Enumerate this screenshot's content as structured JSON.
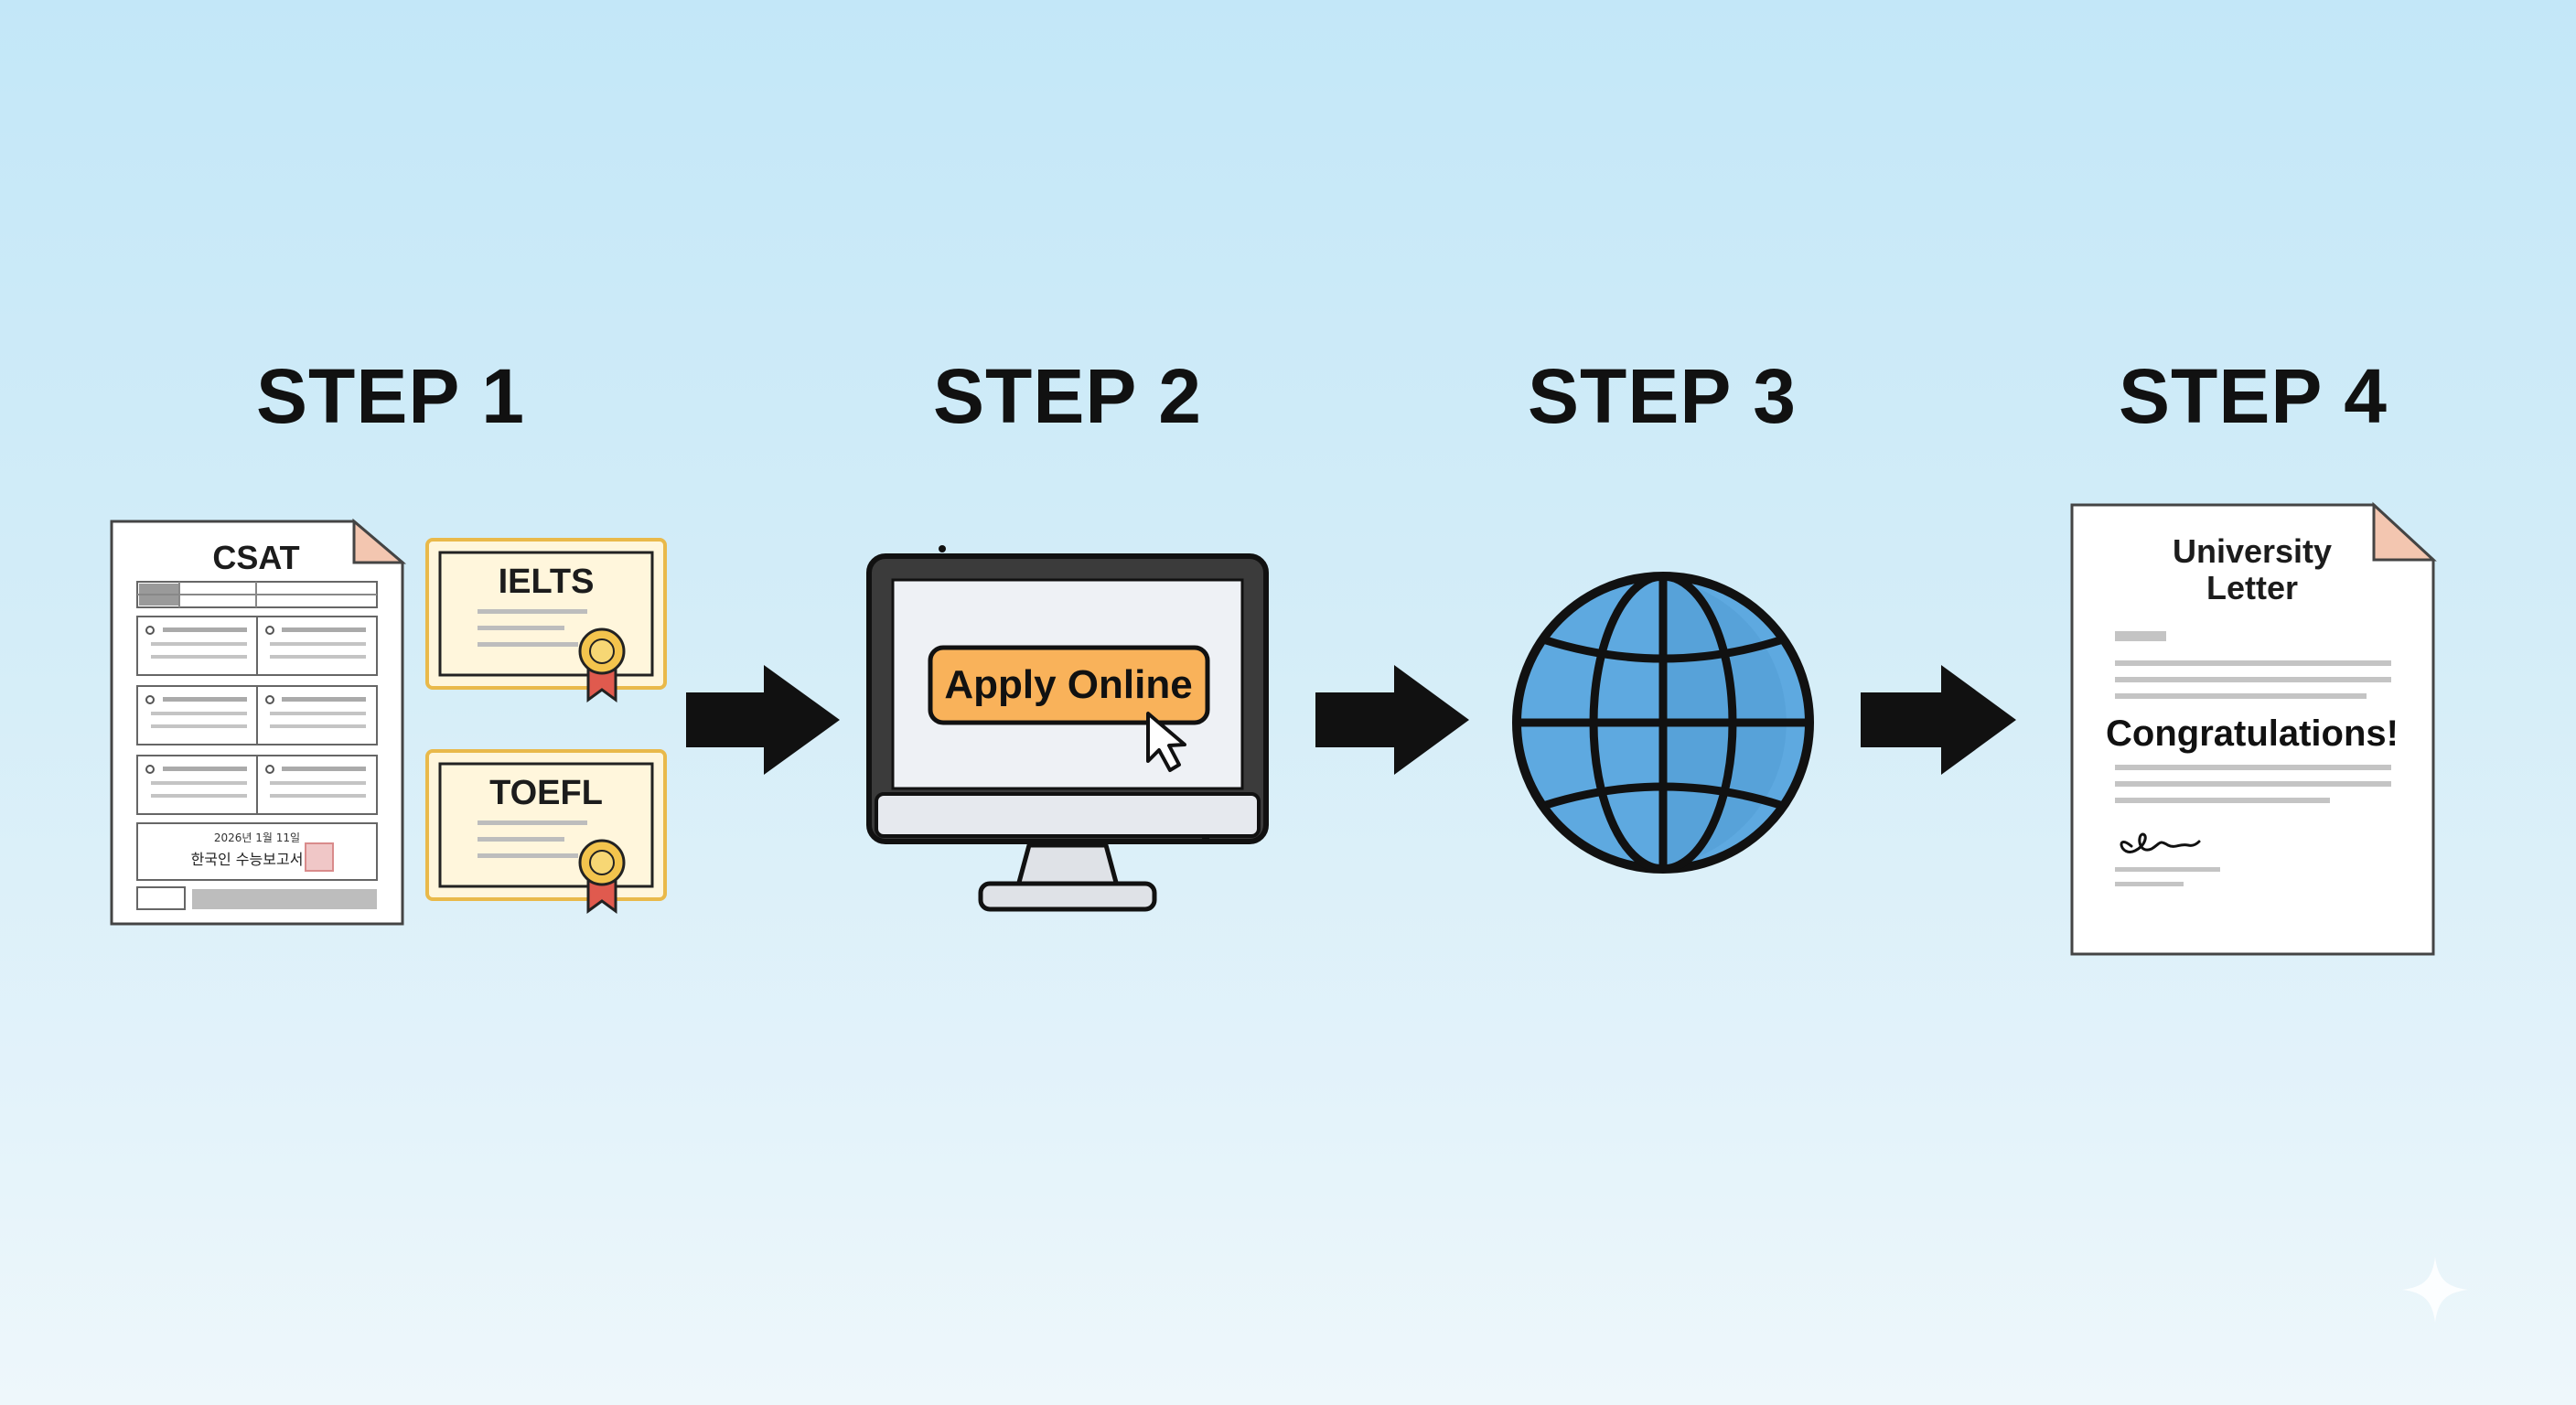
{
  "steps": [
    {
      "title": "STEP 1"
    },
    {
      "title": "STEP 2"
    },
    {
      "title": "STEP 3"
    },
    {
      "title": "STEP 4"
    }
  ],
  "step1": {
    "csat_label": "CSAT",
    "csat_date": "2026년 1월 11일",
    "csat_footer": "한국인 수능보고서",
    "ielts_label": "IELTS",
    "toefl_label": "TOEFL"
  },
  "step2": {
    "button_label": "Apply Online",
    "icon": "cursor-arrow-icon"
  },
  "step3": {
    "icon": "globe-icon"
  },
  "step4": {
    "letter_title_line1": "University",
    "letter_title_line2": "Letter",
    "letter_message": "Congratulations!",
    "signature_icon": "signature-icon"
  },
  "colors": {
    "background_top": "#c3e7f8",
    "background_bottom": "#eef7fb",
    "certificate_fill": "#fff6dc",
    "certificate_border": "#e9b94a",
    "button_fill": "#f9b25a",
    "globe_fill": "#5ea9e0",
    "arrow": "#111111"
  }
}
